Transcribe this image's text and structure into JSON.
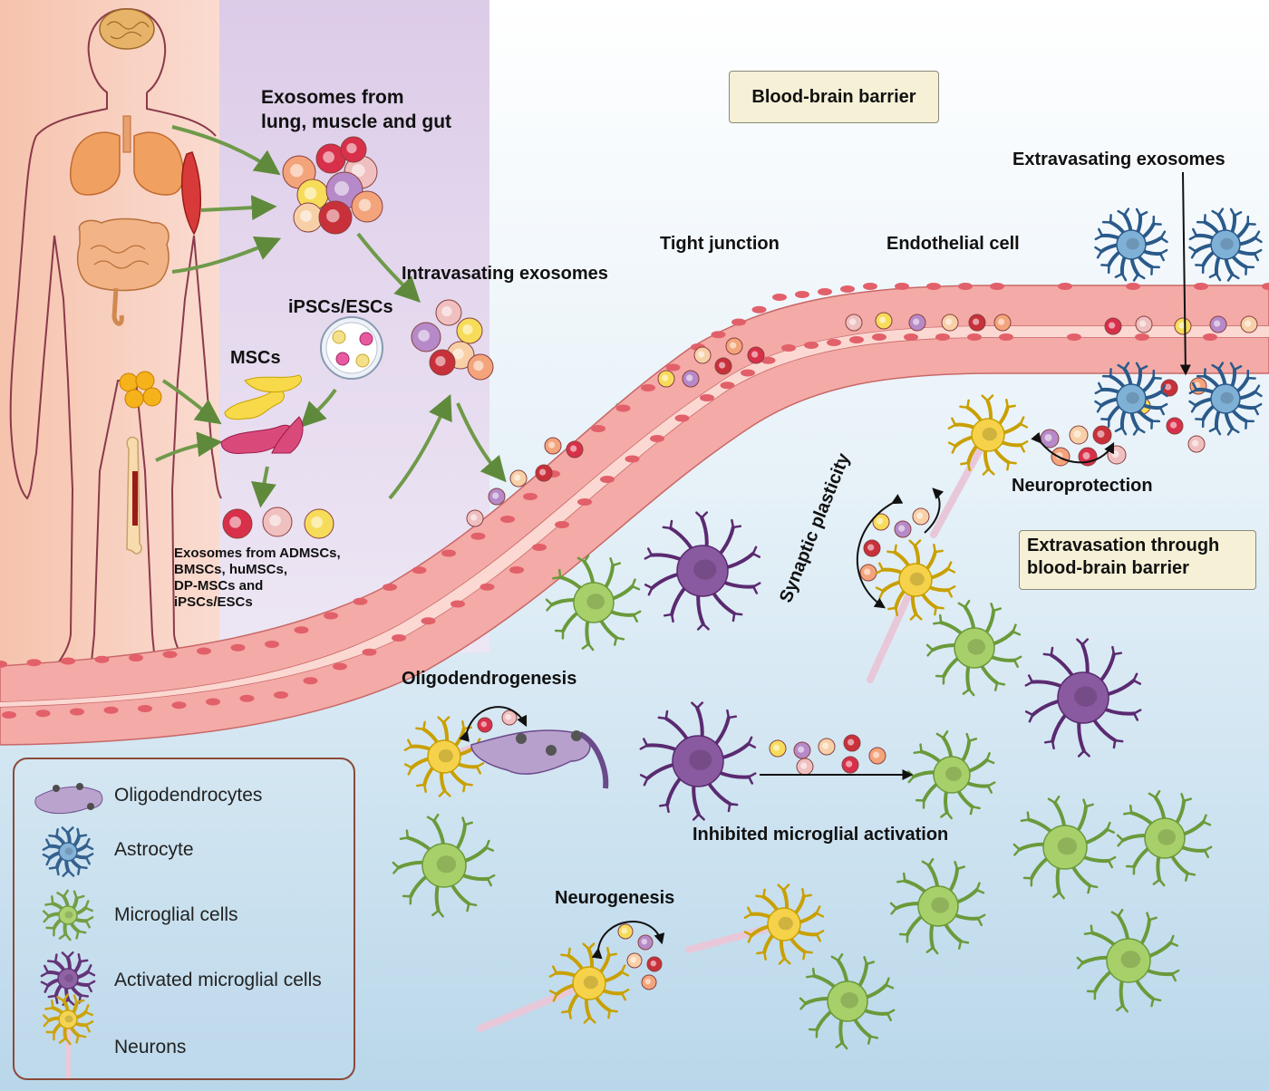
{
  "labels": {
    "exosomes_lung": "Exosomes from\nlung, muscle and gut",
    "ipscs": "iPSCs/ESCs",
    "mscs": "MSCs",
    "intravasating": "Intravasating exosomes",
    "exosomes_sources": "Exosomes from ADMSCs,\nBMSCs, huMSCs,\nDP-MSCs and\niPSCs/ESCs",
    "bbb": "Blood-brain barrier",
    "extravasating": "Extravasating exosomes",
    "tight_junction": "Tight junction",
    "endothelial_cell": "Endothelial cell",
    "synaptic_plasticity": "Synaptic plasticity",
    "neuroprotection": "Neuroprotection",
    "extravasation_bbb": "Extravasation through\nblood-brain barrier",
    "oligodendrogenesis": "Oligodendrogenesis",
    "inhibited_microglial": "Inhibited microglial activation",
    "neurogenesis": "Neurogenesis"
  },
  "legend": {
    "items": [
      {
        "label": "Oligodendrocytes",
        "icon": "oligodendrocyte-icon"
      },
      {
        "label": "Astrocyte",
        "icon": "astrocyte-icon"
      },
      {
        "label": "Microglial cells",
        "icon": "microglia-icon"
      },
      {
        "label": "Activated microglial cells",
        "icon": "activated-microglia-icon"
      },
      {
        "label": "Neurons",
        "icon": "neuron-icon"
      }
    ]
  },
  "colors": {
    "vessel": "#f2a8a4",
    "vessel_cell": "#f6bcb8",
    "nucleus": "#e2606a",
    "arrow": "#5f8a3c",
    "microglia": "#a5cc6a",
    "activated_microglia": "#8a5aa0",
    "astrocyte": "#7fb0d6",
    "neuron": "#f2d25a",
    "background_top": "#ffffff",
    "background_bottom": "#bcd9ec",
    "left_panel": "#f7c9b4",
    "purple_panel": "#dccbe8"
  }
}
